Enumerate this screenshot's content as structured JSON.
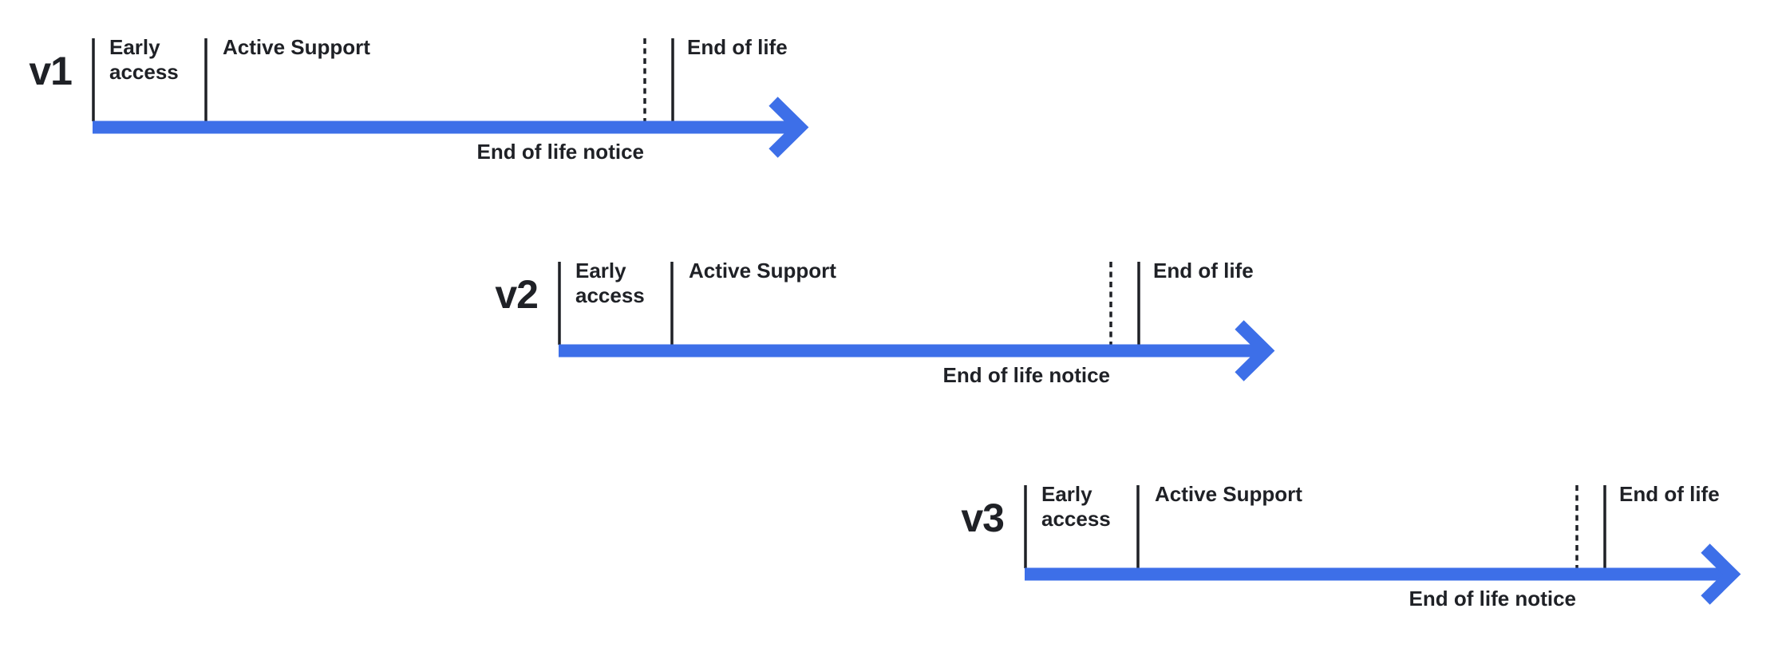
{
  "colors": {
    "arrow_blue": "#3d6fe8",
    "ink": "#1f2126",
    "background": "#ffffff"
  },
  "timelines": [
    {
      "version": "v1",
      "early_access_label": "Early access",
      "active_support_label": "Active Support",
      "end_of_life_label": "End of life",
      "end_of_life_notice_label": "End of life notice"
    },
    {
      "version": "v2",
      "early_access_label": "Early access",
      "active_support_label": "Active Support",
      "end_of_life_label": "End of life",
      "end_of_life_notice_label": "End of life notice"
    },
    {
      "version": "v3",
      "early_access_label": "Early access",
      "active_support_label": "Active Support",
      "end_of_life_label": "End of life",
      "end_of_life_notice_label": "End of life notice"
    }
  ]
}
